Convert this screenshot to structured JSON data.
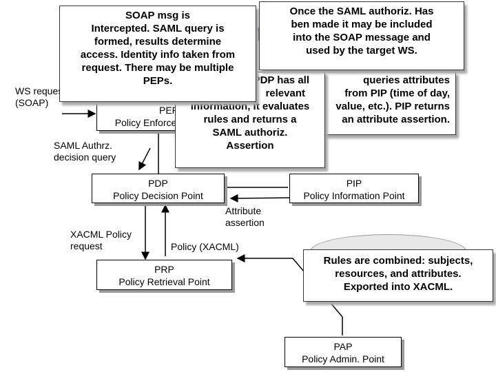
{
  "title_fragment": "nc",
  "callouts": {
    "soap_intercept": [
      "SOAP msg is",
      "Intercepted. SAML query is",
      "formed, results determine",
      "access. Identity info taken from",
      "request. There may be multiple",
      "PEPs."
    ],
    "saml_included": [
      "Once the SAML authoriz. Has",
      "ben made it may be included",
      "into the SOAP message and",
      "used by the target WS."
    ],
    "pdp_evaluates": [
      "PDP has all",
      "relevant",
      "information, it evaluates",
      "rules and returns a",
      "SAML authoriz.",
      "Assertion"
    ],
    "pip_queries": [
      "queries attributes",
      "from PIP (time of day,",
      "value, etc.). PIP returns",
      "an attribute assertion."
    ],
    "rules_combined": [
      "Rules are combined: subjects,",
      "resources, and attributes.",
      "Exported into XACML."
    ]
  },
  "nodes": {
    "pep": {
      "abbr": "PEP",
      "full": "Policy Enforcement Point"
    },
    "pdp": {
      "abbr": "PDP",
      "full": "Policy Decision Point"
    },
    "pip": {
      "abbr": "PIP",
      "full": "Policy Information Point"
    },
    "prp": {
      "abbr": "PRP",
      "full": "Policy Retrieval Point"
    },
    "pap": {
      "abbr": "PAP",
      "full": "Policy Admin. Point"
    }
  },
  "labels": {
    "ws_request": [
      "WS request",
      "(SOAP)"
    ],
    "saml_authz_query": [
      "SAML Authrz.",
      "decision query"
    ],
    "xacml_request": [
      "XACML Policy",
      "request"
    ],
    "attribute_assertion": [
      "Attribute",
      "assertion"
    ],
    "policy_xacml": "Policy (XACML)"
  }
}
